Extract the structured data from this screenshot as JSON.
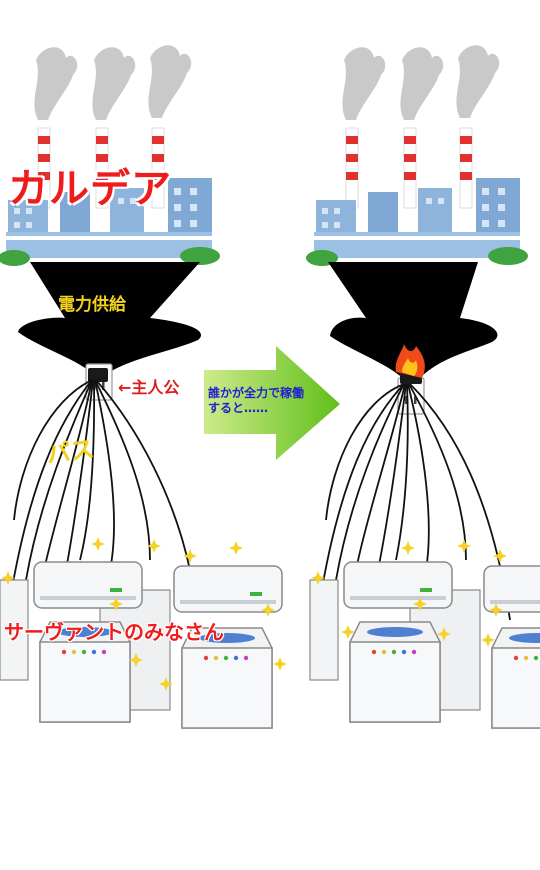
{
  "labels": {
    "title": "カルデア",
    "power_supply": "電力供給",
    "protagonist": "←主人公",
    "path": "パス",
    "servants": "サーヴァントのみなさん",
    "arrow_note_line1": "誰かが全力で稼働",
    "arrow_note_line2": "すると……"
  },
  "colors": {
    "title_red": "#ee1c1c",
    "yellow_text": "#f3d21e",
    "arrow_green": "#8ad42a",
    "note_blue": "#2222cc",
    "funnel": "#000000",
    "factory_blue": "#7fa8d4",
    "stack_red": "#e03030"
  },
  "icons": [
    "factory-icon",
    "smokestack-icon",
    "power-outlet-icon",
    "plug-icon",
    "fire-icon",
    "air-conditioner-icon",
    "washing-machine-icon",
    "sparkle-icon",
    "right-arrow-icon"
  ]
}
